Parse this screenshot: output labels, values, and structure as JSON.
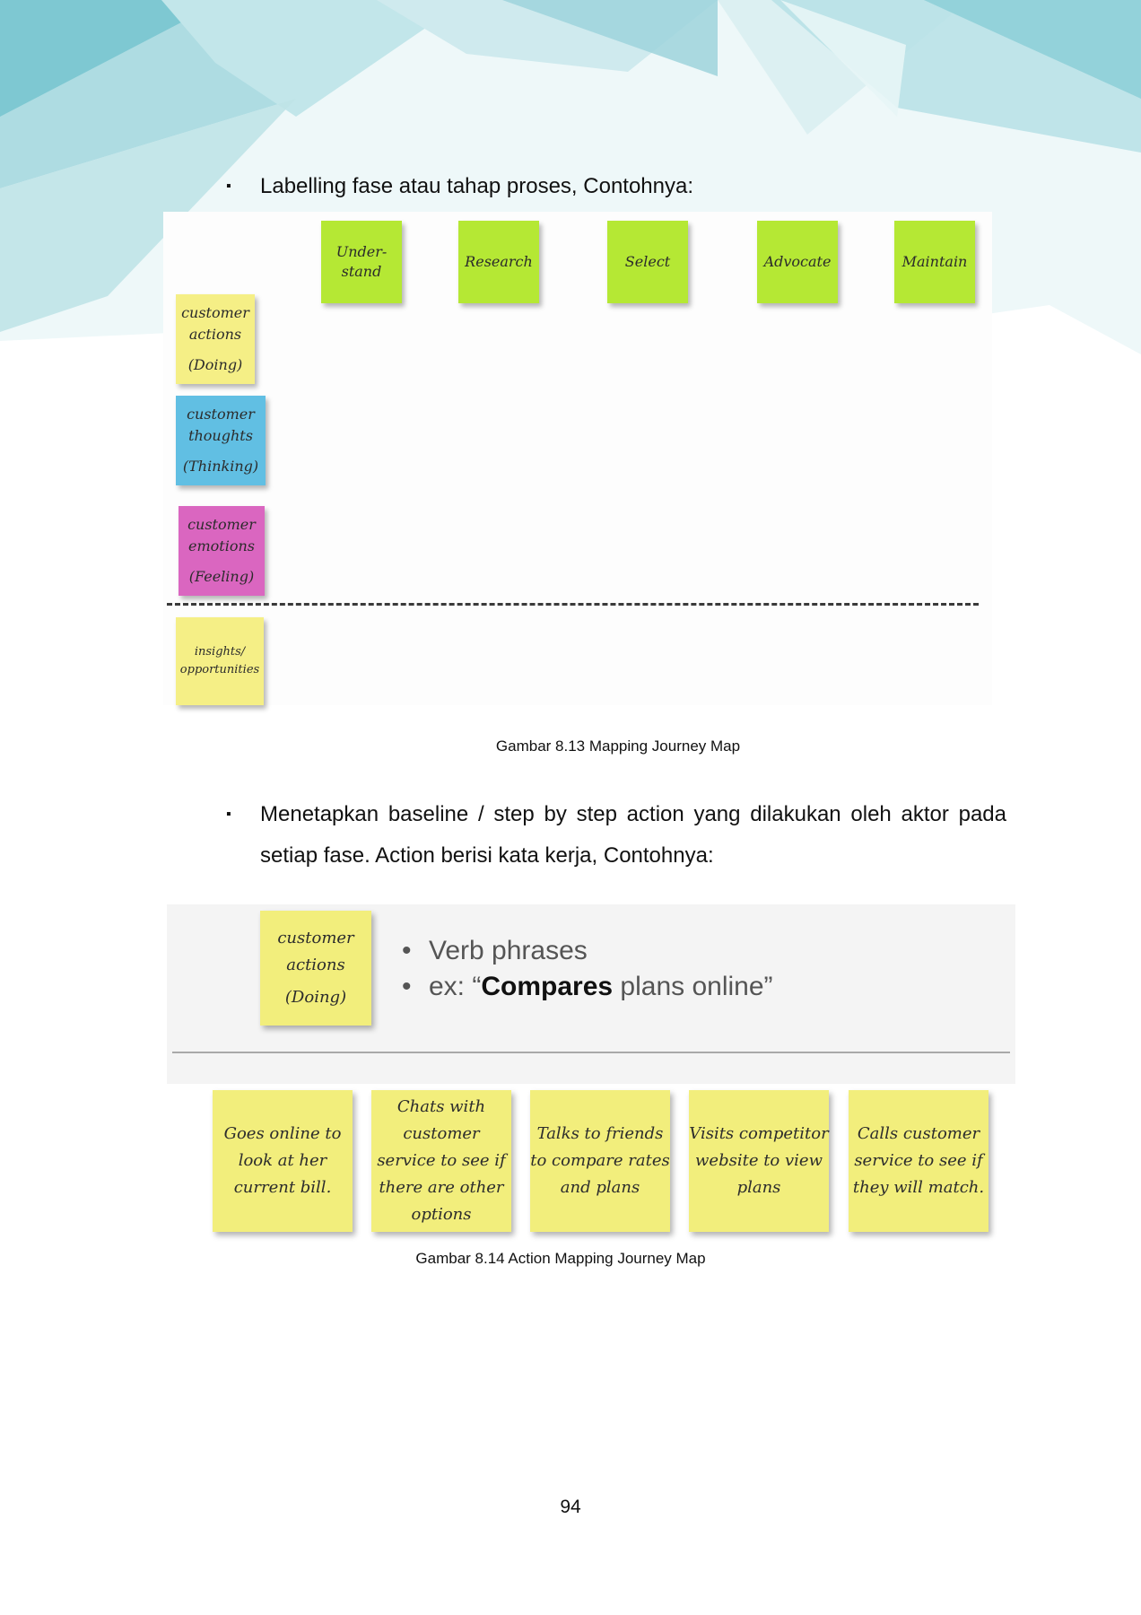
{
  "bullets": [
    "Labelling fase atau tahap proses, Contohnya:",
    "Menetapkan baseline / step by step action yang dilakukan oleh aktor pada setiap fase. Action berisi kata kerja, Contohnya:"
  ],
  "bullet_marker": "▪",
  "figure1": {
    "phases": [
      "Under- stand",
      "Research",
      "Select",
      "Advocate",
      "Maintain"
    ],
    "rows": [
      {
        "label": "customer actions",
        "sub": "(Doing)",
        "color": "#f5ef86"
      },
      {
        "label": "customer thoughts",
        "sub": "(Thinking)",
        "color": "#61bfe3"
      },
      {
        "label": "customer emotions",
        "sub": "(Feeling)",
        "color": "#da66c0"
      },
      {
        "label": "insights/ opportunities",
        "sub": "",
        "color": "#f5ef86"
      }
    ],
    "caption": "Gambar 8.13 Mapping Journey Map"
  },
  "figure2": {
    "header_note": {
      "label": "customer actions",
      "sub": "(Doing)"
    },
    "verb_lines": {
      "line1": "Verb phrases",
      "line2_prefix": "ex: “",
      "line2_bold": "Compares",
      "line2_suffix": " plans online”"
    },
    "action_notes": [
      "Goes online to look at her current bill.",
      "Chats with customer service to see if there are other options",
      "Talks to friends to compare rates and plans",
      "Visits competitor website to view plans",
      "Calls customer service to see if they will match."
    ],
    "caption": "Gambar 8.14 Action Mapping Journey Map"
  },
  "page_number": "94",
  "colors": {
    "phase_green": "#b5e834",
    "note_yellow": "#f2ee7c",
    "header_teal": "#7cc6d1"
  }
}
